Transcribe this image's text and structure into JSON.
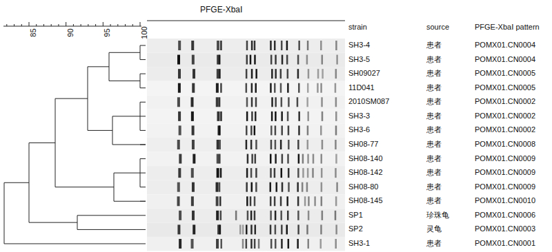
{
  "diagram": {
    "labels": [
      "85",
      "90",
      "95",
      "100",
      "PFGE-XbaⅠ",
      "strain",
      "source",
      "PFGE-XbaⅠ pattern",
      "SH3-4",
      "患者",
      "POMX01.CN0004",
      "SH3-5",
      "患者",
      "POMX01.CN0004",
      "SH09027",
      "患者",
      "POMX01.CN0005",
      "11D041",
      "患者",
      "POMX01.CN0005",
      "2010SM087",
      "患者",
      "POMX01.CN0002",
      "SH3-3",
      "患者",
      "POMX01.CN0002",
      "SH3-6",
      "患者",
      "POMX01.CN0002",
      "SH08-77",
      "患者",
      "POMX01.CN0008",
      "SH08-140",
      "患者",
      "POMX01.CN0009",
      "SH08-142",
      "患者",
      "POMX01.CN0009",
      "SH08-80",
      "患者",
      "POMX01.CN0009",
      "SH08-145",
      "患者",
      "POMX01.CN0010",
      "SP1",
      "珍珠龟",
      "POMX01.CN0006",
      "SP2",
      "灵龟",
      "POMX01.CN0003",
      "SH3-1",
      "患者",
      "POMX01.CN0001"
    ]
  }
}
